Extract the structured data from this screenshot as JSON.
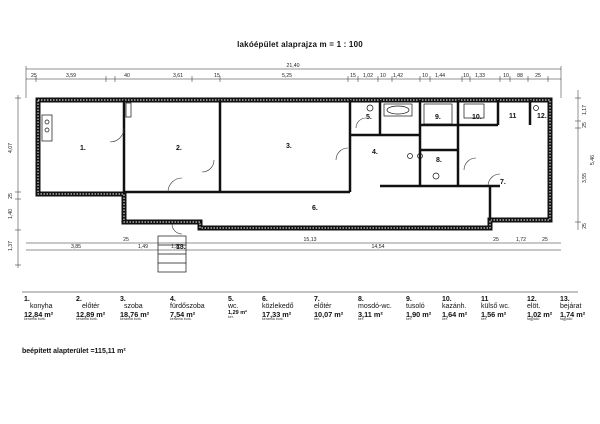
{
  "title": "lakóépület alaprajza  m  = 1 : 100",
  "dimensions": {
    "overall": "21,40",
    "top_row": [
      "25",
      "3,59",
      "40",
      "3,61",
      "15",
      "5,25",
      "15",
      "1,02",
      "10",
      "1,42",
      "10",
      "1,44",
      "10",
      "1,33",
      "10",
      "88",
      "25"
    ],
    "bottom_row_a": [
      "3,85",
      "25",
      "1,49",
      "1,20",
      "15,13",
      "25",
      "1,72",
      "25"
    ],
    "bottom_row_b": [
      "14,54"
    ],
    "left_col": [
      "4,07",
      "25",
      "1,40",
      "1,37"
    ],
    "right_col": [
      "1,17",
      "25",
      "5,46",
      "3,55",
      "25"
    ]
  },
  "rooms_on_plan": [
    "1.",
    "2.",
    "3.",
    "4.",
    "5.",
    "6.",
    "7.",
    "8.",
    "9.",
    "10.",
    "11",
    "12.",
    "13."
  ],
  "legend": [
    {
      "num": "1.",
      "name": "konyha",
      "area": "12,84 m²",
      "floor": "kerámia burk."
    },
    {
      "num": "2.",
      "name": "előtér",
      "area": "12,89 m²",
      "floor": "kerámia burk."
    },
    {
      "num": "3.",
      "name": "szoba",
      "area": "18,76 m²",
      "floor": "kerámia burk."
    },
    {
      "num": "4.",
      "name": "fürdőszoba",
      "area": "7,54 m²",
      "floor": "kerámia burk."
    },
    {
      "num": "5.",
      "name": "wc.",
      "area": "1,29 m²",
      "floor": "ker."
    },
    {
      "num": "6.",
      "name": "közlekedő",
      "area": "17,33 m²",
      "floor": "kerámia burk."
    },
    {
      "num": "7.",
      "name": "előtér",
      "area": "10,07 m²",
      "floor": "ker."
    },
    {
      "num": "8.",
      "name": "mosdó-wc.",
      "area": "3,11 m²",
      "floor": "ker."
    },
    {
      "num": "9.",
      "name": "tusoló",
      "area": "1,90 m²",
      "floor": "ker."
    },
    {
      "num": "10.",
      "name": "kazánh.",
      "area": "1,64 m²",
      "floor": "ker."
    },
    {
      "num": "11",
      "name": "külső wc.",
      "area": "1,56 m²",
      "floor": "ker."
    },
    {
      "num": "12.",
      "name": "elöt.",
      "area": "1,02 m²",
      "floor": "fagyálló"
    },
    {
      "num": "13.",
      "name": "bejárat",
      "area": "1,74 m²",
      "floor": "fagyálló"
    }
  ],
  "summary": "beépített alapterület =115,11 m²"
}
